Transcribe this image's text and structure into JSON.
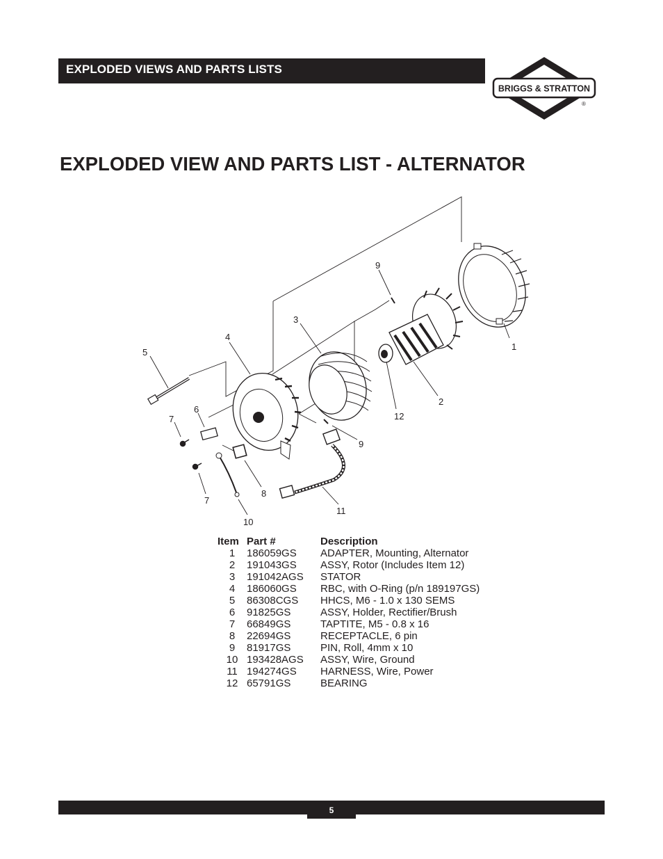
{
  "header": {
    "section_title": "EXPLODED VIEWS AND PARTS LISTS"
  },
  "logo": {
    "text": "BRIGGS & STRATTON",
    "registered": "®"
  },
  "title": "EXPLODED VIEW AND PARTS LIST - ALTERNATOR",
  "diagram": {
    "callouts": [
      "1",
      "2",
      "3",
      "4",
      "5",
      "6",
      "7",
      "7",
      "8",
      "9",
      "9",
      "10",
      "11",
      "12"
    ]
  },
  "parts_table": {
    "headers": {
      "item": "Item",
      "part": "Part #",
      "description": "Description"
    },
    "rows": [
      {
        "item": "1",
        "part": "186059GS",
        "description": "ADAPTER, Mounting, Alternator"
      },
      {
        "item": "2",
        "part": "191043GS",
        "description": "ASSY, Rotor (Includes Item 12)"
      },
      {
        "item": "3",
        "part": "191042AGS",
        "description": "STATOR"
      },
      {
        "item": "4",
        "part": "186060GS",
        "description": "RBC, with O-Ring (p/n 189197GS)"
      },
      {
        "item": "5",
        "part": "86308CGS",
        "description": "HHCS, M6 - 1.0 x 130 SEMS"
      },
      {
        "item": "6",
        "part": "91825GS",
        "description": "ASSY, Holder, Rectifier/Brush"
      },
      {
        "item": "7",
        "part": "66849GS",
        "description": "TAPTITE, M5 - 0.8 x 16"
      },
      {
        "item": "8",
        "part": "22694GS",
        "description": "RECEPTACLE, 6 pin"
      },
      {
        "item": "9",
        "part": "81917GS",
        "description": "PIN, Roll, 4mm x 10"
      },
      {
        "item": "10",
        "part": "193428AGS",
        "description": "ASSY, Wire, Ground"
      },
      {
        "item": "11",
        "part": "194274GS",
        "description": "HARNESS, Wire, Power"
      },
      {
        "item": "12",
        "part": "65791GS",
        "description": "BEARING"
      }
    ]
  },
  "footer": {
    "page_number": "5"
  }
}
